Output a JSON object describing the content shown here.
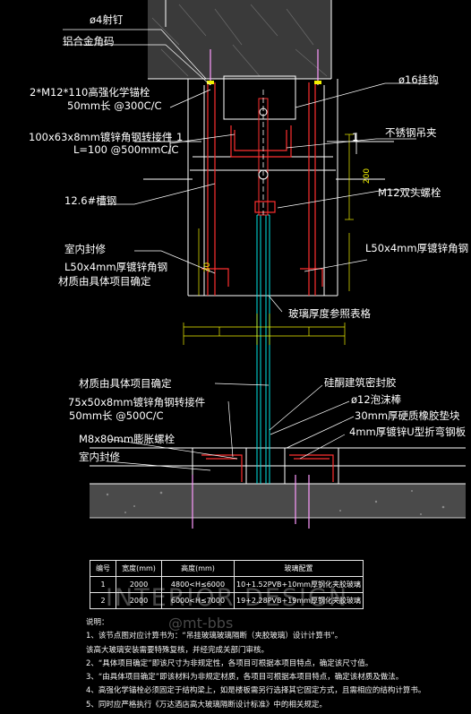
{
  "labels": {
    "shooting_nail": "ø4射钉",
    "alu_corner": "铝合金角码",
    "chem_anchor_1": "2*M12*110高强化学锚栓",
    "chem_anchor_2": "50mm长 @300C/C",
    "hanger_hook": "ø16挂钩",
    "transfer_1": "100x63x8mm镀锌角钢转接件",
    "transfer_2": "L=100  @500mmC/C",
    "ss_clamp": "不锈钢吊夹",
    "channel": "12.6#槽钢",
    "m12_bolt": "M12双头螺栓",
    "indoor_seal_top": "室内封修",
    "angle_l50_left": "L50x4mm厚镀锌角钢",
    "material_note_top": "材质由具体项目确定",
    "angle_l50_right": "L50x4mm厚镀锌角钢",
    "glass_thickness": "玻璃厚度参照表格",
    "material_note_bottom": "材质由具体项目确定",
    "transfer_75_1": "75x50x8mm镀锌角钢转接件",
    "transfer_75_2": "50mm长 @500C/C",
    "silicone_sealant": "硅酮建筑密封胶",
    "foam_rod": "ø12泡沫棒",
    "rubber_block": "30mm厚硬质橡胶垫块",
    "u_plate": "4mm厚镀锌U型折弯钢板",
    "expansion_bolt": "M8x80mm膨胀螺栓",
    "indoor_seal_bottom": "室内封修",
    "section_mark": "1",
    "dim_200": "200",
    "dim_30": "30"
  },
  "table": {
    "headers": [
      "编号",
      "宽度(mm)",
      "高度(mm)",
      "玻璃配置"
    ],
    "rows": [
      [
        "1",
        "2000",
        "4800<H≤6000",
        "10+1.52PVB+10mm厚钢化夹胶玻璃"
      ],
      [
        "2",
        "2000",
        "6000<H≤7000",
        "19+2.28PVB+19mm厚钢化夹胶玻璃"
      ]
    ]
  },
  "notes": {
    "title": "说明：",
    "lines": [
      "1、该节点图对应计算书为：“吊挂玻璃玻璃隔断（夹胶玻璃）设计计算书”。",
      "该高大玻璃安装需要特殊复核，并经完成关部门审核。",
      "2、“具体项目确定”即该尺寸为非规定性，各项目可根据本项目特点，确定该尺寸值。",
      "3、“由具体项目确定”即该材料为非规定材质，各项目可根据本项目特点，确定该材质及做法。",
      "4、高强化学锚栓必须固定于结构梁上，如是楼板需另行选择其它固定方式，且需相应的结构计算书。",
      "5、同时应严格执行《万达酒店高大玻璃隔断设计标准》中的相关规定。"
    ]
  },
  "watermark": {
    "line1": "INTERIOR DESIGN",
    "line2": "@mt-bbs"
  },
  "colors": {
    "background": "#000000",
    "structure": "#ffffff",
    "glass": "#00e5e5",
    "steel": "#ff3030",
    "section": "#e0e0e0",
    "dimension": "#f2f200",
    "leader": "#ffffff",
    "hatch": "#8a8a8a"
  }
}
